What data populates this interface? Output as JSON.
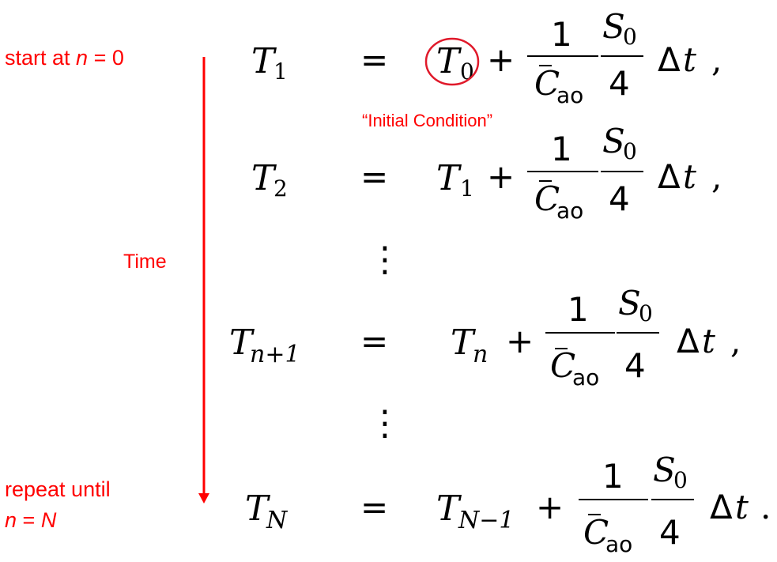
{
  "annotations": {
    "start": {
      "prefix": "start at ",
      "var": "n",
      "rest": " = 0"
    },
    "time": "Time",
    "repeat_line1": "repeat until",
    "repeat_line2": {
      "var": "n",
      "eq": " = ",
      "var2": "N"
    },
    "initial_condition": "“Initial Condition”"
  },
  "colors": {
    "annotation": "#ff0000",
    "math": "#000000"
  },
  "equations": [
    {
      "lhs_var": "T",
      "lhs_sub": "1",
      "eq": "=",
      "rhs_var": "T",
      "rhs_sub": "0",
      "rhs_circled": true,
      "plus": "+",
      "num": "1",
      "den_var": "C",
      "den_sub": "ao",
      "s_var": "S",
      "s_sub": "0",
      "s_den": "4",
      "dt": "Δ",
      "dt_var": "t",
      "end": ","
    },
    {
      "lhs_var": "T",
      "lhs_sub": "2",
      "eq": "=",
      "rhs_var": "T",
      "rhs_sub": "1",
      "rhs_circled": false,
      "plus": "+",
      "num": "1",
      "den_var": "C",
      "den_sub": "ao",
      "s_var": "S",
      "s_sub": "0",
      "s_den": "4",
      "dt": "Δ",
      "dt_var": "t",
      "end": ","
    },
    {
      "lhs_var": "T",
      "lhs_sub": "n+1",
      "eq": "=",
      "rhs_var": "T",
      "rhs_sub": "n",
      "rhs_circled": false,
      "plus": "+",
      "num": "1",
      "den_var": "C",
      "den_sub": "ao",
      "s_var": "S",
      "s_sub": "0",
      "s_den": "4",
      "dt": "Δ",
      "dt_var": "t",
      "end": ","
    },
    {
      "lhs_var": "T",
      "lhs_sub": "N",
      "eq": "=",
      "rhs_var": "T",
      "rhs_sub": "N−1",
      "rhs_circled": false,
      "plus": "+",
      "num": "1",
      "den_var": "C",
      "den_sub": "ao",
      "s_var": "S",
      "s_sub": "0",
      "s_den": "4",
      "dt": "Δ",
      "dt_var": "t",
      "end": "."
    }
  ],
  "ellipsis_glyph": "⋮"
}
